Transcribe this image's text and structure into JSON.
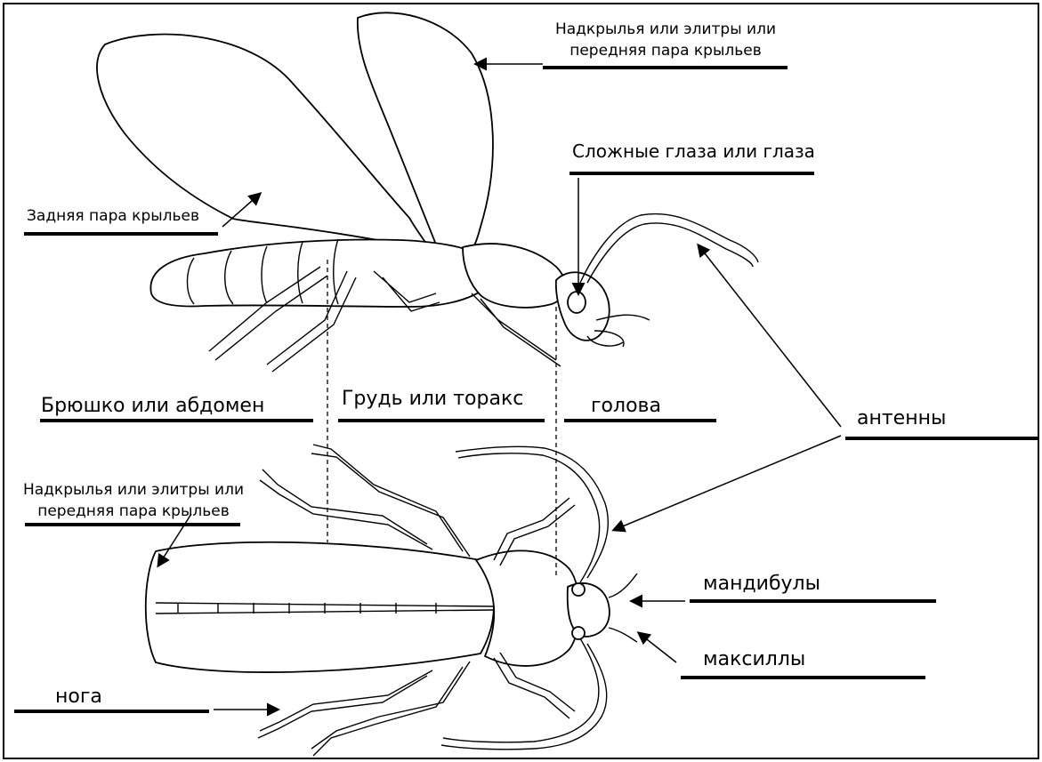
{
  "diagram": {
    "labels": {
      "elytra_top": [
        "Надкрылья или элитры или",
        "передняя пара крыльев"
      ],
      "compound_eyes": "Сложные глаза или глаза",
      "hind_wings": "Задняя пара крыльев",
      "abdomen": "Брюшко или абдомен",
      "thorax": "Грудь или торакс",
      "head": "голова",
      "antennae": "антенны",
      "elytra_bottom": [
        "Надкрылья или элитры или",
        "передняя пара крыльев"
      ],
      "mandibles": "мандибулы",
      "maxillae": "максиллы",
      "leg": "нога"
    }
  }
}
